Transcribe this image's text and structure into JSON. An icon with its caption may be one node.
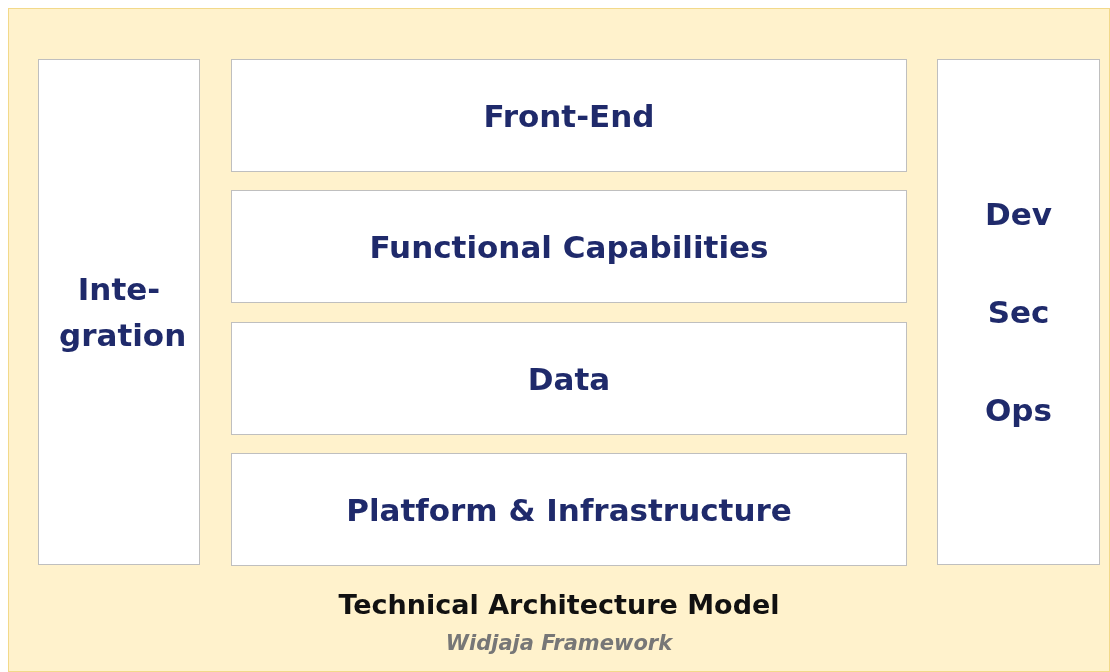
{
  "diagram": {
    "nodes": [
      {
        "text": [
          "Technical Architecture Model",
          "Widjaja Framework"
        ]
      },
      {
        "text": [
          "Inte- gration"
        ],
        "in": 0
      },
      {
        "text": [
          "Front-End"
        ],
        "in": 0
      },
      {
        "text": [
          "Functional Capabilities"
        ],
        "in": 0
      },
      {
        "text": [
          "Data"
        ],
        "in": 0
      },
      {
        "text": [
          "Platform & Infrastructure"
        ],
        "in": 0
      },
      {
        "text": [
          "Dev Sec Ops"
        ],
        "in": 0
      }
    ]
  }
}
